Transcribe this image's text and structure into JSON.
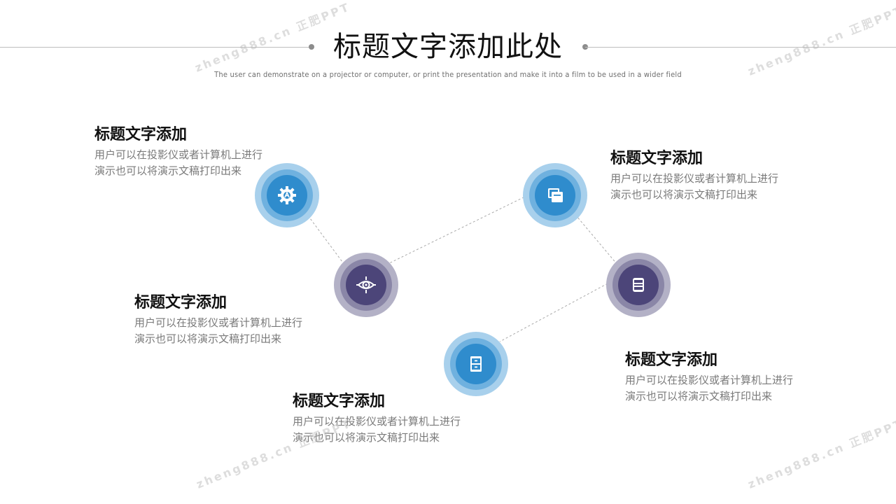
{
  "header": {
    "title": "标题文字添加此处",
    "subtitle": "The user can demonstrate on a projector or computer, or print the presentation and make it into a film to be used in a wider field"
  },
  "items": [
    {
      "heading": "标题文字添加",
      "line1": "用户可以在投影仪或者计算机上进行",
      "line2": "演示也可以将演示文稿打印出来",
      "icon": "gear-icon",
      "color": "#2f8ccd"
    },
    {
      "heading": "标题文字添加",
      "line1": "用户可以在投影仪或者计算机上进行",
      "line2": "演示也可以将演示文稿打印出来",
      "icon": "eye-target-icon",
      "color": "#4c4579"
    },
    {
      "heading": "标题文字添加",
      "line1": "用户可以在投影仪或者计算机上进行",
      "line2": "演示也可以将演示文稿打印出来",
      "icon": "cabinet-icon",
      "color": "#2f8ccd"
    },
    {
      "heading": "标题文字添加",
      "line1": "用户可以在投影仪或者计算机上进行",
      "line2": "演示也可以将演示文稿打印出来",
      "icon": "printer-icon",
      "color": "#4c4579"
    },
    {
      "heading": "标题文字添加",
      "line1": "用户可以在投影仪或者计算机上进行",
      "line2": "演示也可以将演示文稿打印出来",
      "icon": "documents-icon",
      "color": "#2f8ccd"
    }
  ],
  "watermark": "zheng888.cn 正肥PPT"
}
